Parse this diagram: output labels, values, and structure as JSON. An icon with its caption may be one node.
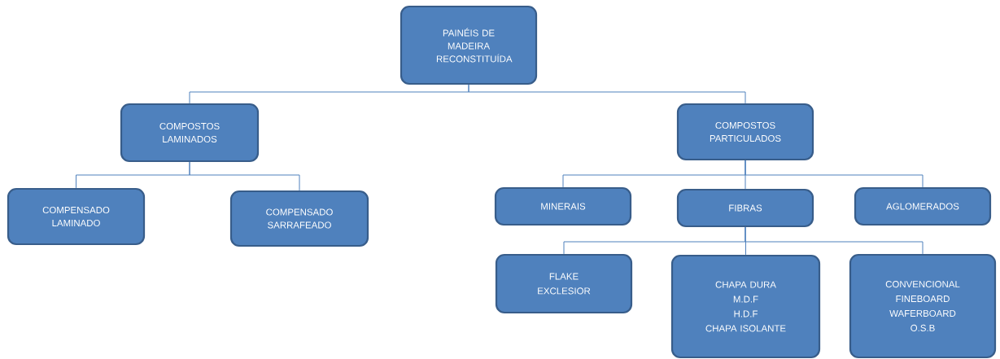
{
  "diagram": {
    "nodes": [
      {
        "text": [
          "PAINÉIS DE MADEIRA RECONSTITUÍDA"
        ]
      },
      {
        "text": [
          "COMPOSTOS LAMINADOS"
        ]
      },
      {
        "text": [
          "COMPOSTOS PARTICULADOS"
        ]
      },
      {
        "text": [
          "COMPENSADO LAMINADO"
        ]
      },
      {
        "text": [
          "COMPENSADO SARRAFEADO"
        ]
      },
      {
        "text": [
          "MINERAIS"
        ]
      },
      {
        "text": [
          "FIBRAS"
        ]
      },
      {
        "text": [
          "AGLOMERADOS"
        ]
      },
      {
        "text": [
          "FLAKE",
          "EXCLESIOR"
        ]
      },
      {
        "text": [
          "CHAPA DURA",
          "M.D.F",
          "H.D.F",
          "CHAPA ISOLANTE"
        ]
      },
      {
        "text": [
          "CONVENCIONAL",
          "FINEBOARD",
          "WAFERBOARD",
          "O.S.B"
        ]
      }
    ],
    "edges": [
      {
        "from": 0,
        "to": 1,
        "arrow": "none"
      },
      {
        "from": 0,
        "to": 2,
        "arrow": "none"
      },
      {
        "from": 1,
        "to": 3,
        "arrow": "none"
      },
      {
        "from": 1,
        "to": 4,
        "arrow": "none"
      },
      {
        "from": 2,
        "to": 5,
        "arrow": "none"
      },
      {
        "from": 2,
        "to": 6,
        "arrow": "none"
      },
      {
        "from": 2,
        "to": 7,
        "arrow": "none"
      },
      {
        "from": 6,
        "to": 8,
        "arrow": "none"
      },
      {
        "from": 6,
        "to": 9,
        "arrow": "none"
      },
      {
        "from": 6,
        "to": 10,
        "arrow": "none"
      }
    ]
  }
}
